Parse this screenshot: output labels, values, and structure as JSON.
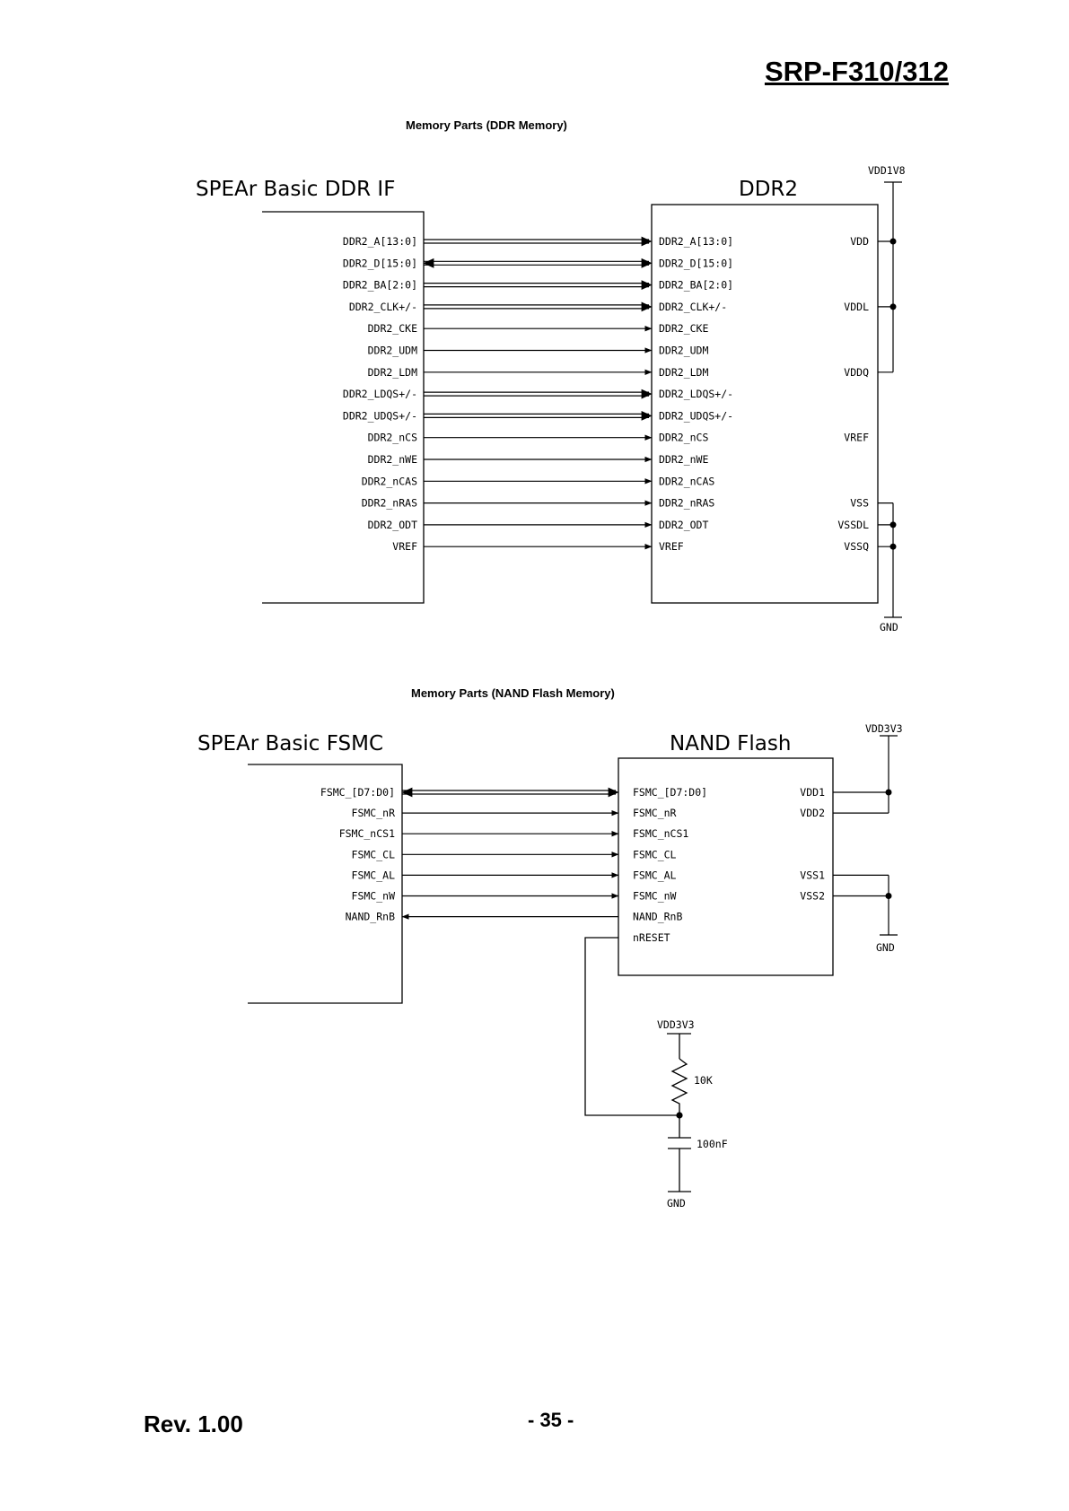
{
  "header": {
    "model": "SRP-F310/312"
  },
  "footer": {
    "revision": "Rev. 1.00",
    "page": "- 35 -"
  },
  "ddr": {
    "caption": "Memory Parts (DDR Memory)",
    "left_title": "SPEAr Basic DDR IF",
    "right_title": "DDR2",
    "supply": "VDD1V8",
    "ground": "GND",
    "signals": [
      {
        "left": "DDR2_A[13:0]",
        "right": "DDR2_A[13:0]",
        "type": "bus"
      },
      {
        "left": "DDR2_D[15:0]",
        "right": "DDR2_D[15:0]",
        "type": "bibus"
      },
      {
        "left": "DDR2_BA[2:0]",
        "right": "DDR2_BA[2:0]",
        "type": "bus"
      },
      {
        "left": "DDR2_CLK+/-",
        "right": "DDR2_CLK+/-",
        "type": "bus"
      },
      {
        "left": "DDR2_CKE",
        "right": "DDR2_CKE",
        "type": "out"
      },
      {
        "left": "DDR2_UDM",
        "right": "DDR2_UDM",
        "type": "out"
      },
      {
        "left": "DDR2_LDM",
        "right": "DDR2_LDM",
        "type": "out"
      },
      {
        "left": "DDR2_LDQS+/-",
        "right": "DDR2_LDQS+/-",
        "type": "bus"
      },
      {
        "left": "DDR2_UDQS+/-",
        "right": "DDR2_UDQS+/-",
        "type": "bus"
      },
      {
        "left": "DDR2_nCS",
        "right": "DDR2_nCS",
        "type": "out"
      },
      {
        "left": "DDR2_nWE",
        "right": "DDR2_nWE",
        "type": "out"
      },
      {
        "left": "DDR2_nCAS",
        "right": "DDR2_nCAS",
        "type": "out"
      },
      {
        "left": "DDR2_nRAS",
        "right": "DDR2_nRAS",
        "type": "out"
      },
      {
        "left": "DDR2_ODT",
        "right": "DDR2_ODT",
        "type": "out"
      },
      {
        "left": "VREF",
        "right": "VREF",
        "type": "out"
      }
    ],
    "power_pins": [
      {
        "label": "VDD",
        "row": 0,
        "net": "vdd"
      },
      {
        "label": "VDDL",
        "row": 3,
        "net": "vdd"
      },
      {
        "label": "VDDQ",
        "row": 6,
        "net": "vdd"
      },
      {
        "label": "VREF",
        "row": 9,
        "net": "none"
      },
      {
        "label": "VSS",
        "row": 12,
        "net": "gnd"
      },
      {
        "label": "VSSDL",
        "row": 13,
        "net": "gnd"
      },
      {
        "label": "VSSQ",
        "row": 14,
        "net": "gnd"
      }
    ]
  },
  "nand": {
    "caption": "Memory Parts (NAND Flash Memory)",
    "left_title": "SPEAr Basic FSMC",
    "right_title": "NAND Flash",
    "supply": "VDD3V3",
    "ground": "GND",
    "signals": [
      {
        "left": "FSMC_[D7:D0]",
        "right": "FSMC_[D7:D0]",
        "type": "bibus"
      },
      {
        "left": "FSMC_nR",
        "right": "FSMC_nR",
        "type": "out"
      },
      {
        "left": "FSMC_nCS1",
        "right": "FSMC_nCS1",
        "type": "out"
      },
      {
        "left": "FSMC_CL",
        "right": "FSMC_CL",
        "type": "out"
      },
      {
        "left": "FSMC_AL",
        "right": "FSMC_AL",
        "type": "out"
      },
      {
        "left": "FSMC_nW",
        "right": "FSMC_nW",
        "type": "out"
      },
      {
        "left": "NAND_RnB",
        "right": "NAND_RnB",
        "type": "in"
      }
    ],
    "reset_pin": "nRESET",
    "power_pins": [
      {
        "label": "VDD1",
        "row": 0,
        "net": "vdd"
      },
      {
        "label": "VDD2",
        "row": 1,
        "net": "vdd"
      },
      {
        "label": "VSS1",
        "row": 4,
        "net": "gnd"
      },
      {
        "label": "VSS2",
        "row": 5,
        "net": "gnd"
      }
    ],
    "reset_circuit": {
      "supply": "VDD3V3",
      "resistor": "10K",
      "capacitor": "100nF",
      "ground": "GND"
    }
  }
}
